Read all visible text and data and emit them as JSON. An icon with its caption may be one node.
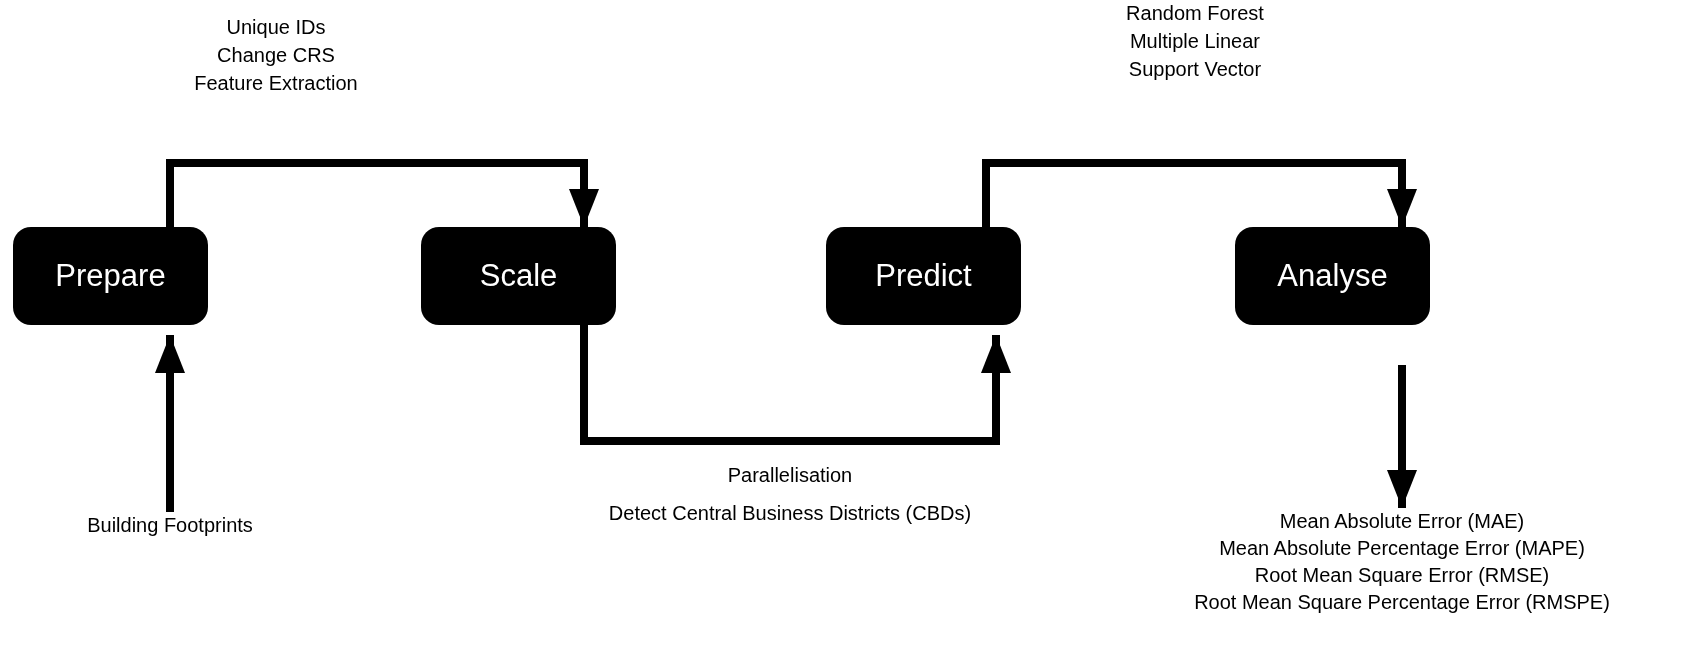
{
  "diagram": {
    "nodes": [
      {
        "text": [
          "Prepare"
        ]
      },
      {
        "text": [
          "Scale"
        ]
      },
      {
        "text": [
          "Predict"
        ]
      },
      {
        "text": [
          "Analyse"
        ]
      },
      {
        "text": [
          "Building Footprints"
        ]
      },
      {
        "text": [
          "Mean Absolute Error (MAE)",
          "Mean Absolute Percentage Error (MAPE)",
          "Root Mean Square Error (RMSE)",
          "Root Mean Square Percentage Error (RMSPE)"
        ]
      }
    ],
    "edges": [
      {
        "from": 0,
        "to": 1,
        "arrow": "to"
      },
      {
        "from": 4,
        "to": 0,
        "arrow": "to"
      },
      {
        "from": 1,
        "to": 2,
        "arrow": "to"
      },
      {
        "from": 2,
        "to": 3,
        "arrow": "to"
      },
      {
        "from": 3,
        "to": 5,
        "arrow": "to"
      }
    ],
    "labels": [
      "Unique IDs",
      "Change CRS",
      "Feature Extraction",
      "Random Forest",
      "Multiple Linear",
      "Support Vector",
      "Parallelisation",
      "Detect Central Business Districts (CBDs)"
    ]
  }
}
